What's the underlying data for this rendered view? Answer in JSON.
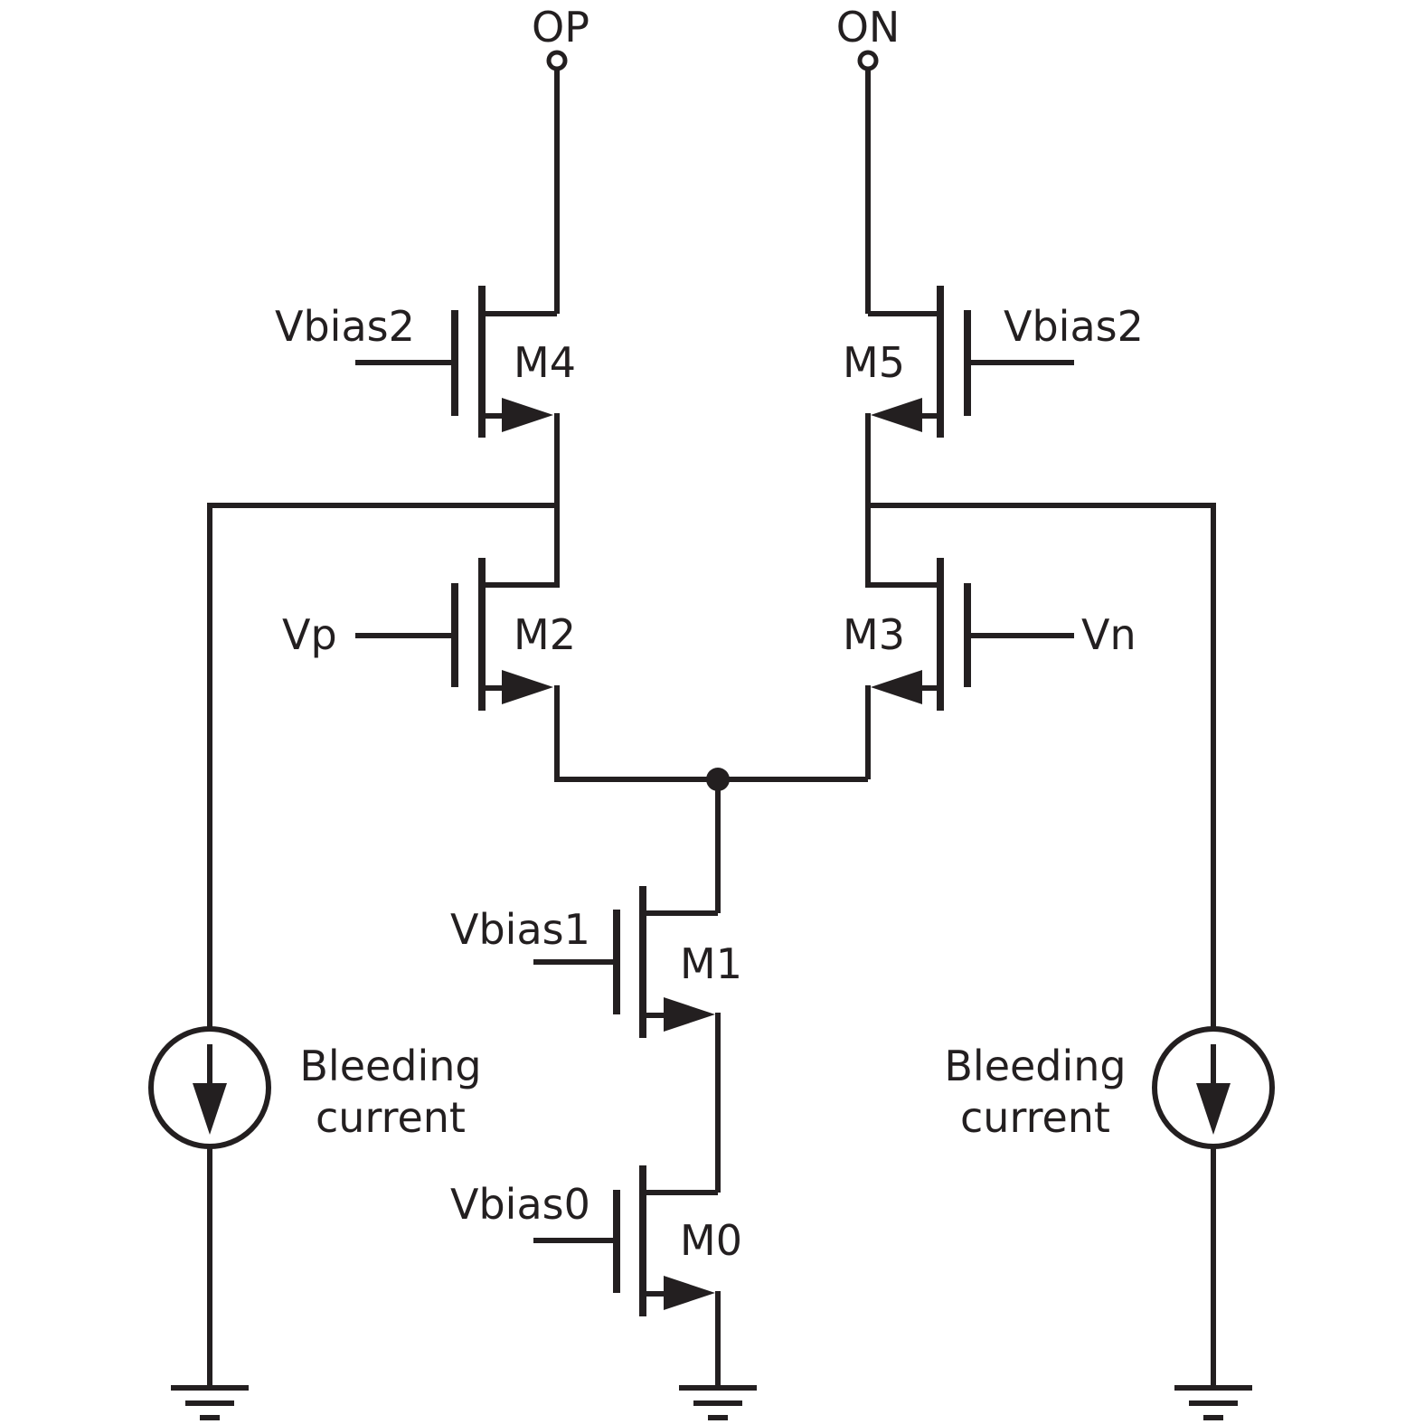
{
  "terminals": {
    "op": "OP",
    "on": "ON"
  },
  "transistors": {
    "m0": "M0",
    "m1": "M1",
    "m2": "M2",
    "m3": "M3",
    "m4": "M4",
    "m5": "M5"
  },
  "inputs": {
    "vbias2_left": "Vbias2",
    "vbias2_right": "Vbias2",
    "vp": "Vp",
    "vn": "Vn",
    "vbias1": "Vbias1",
    "vbias0": "Vbias0"
  },
  "current_sources": {
    "left_line1": "Bleeding",
    "left_line2": "current",
    "right_line1": "Bleeding",
    "right_line2": "current"
  },
  "colors": {
    "ink": "#231f20",
    "background": "#ffffff"
  }
}
